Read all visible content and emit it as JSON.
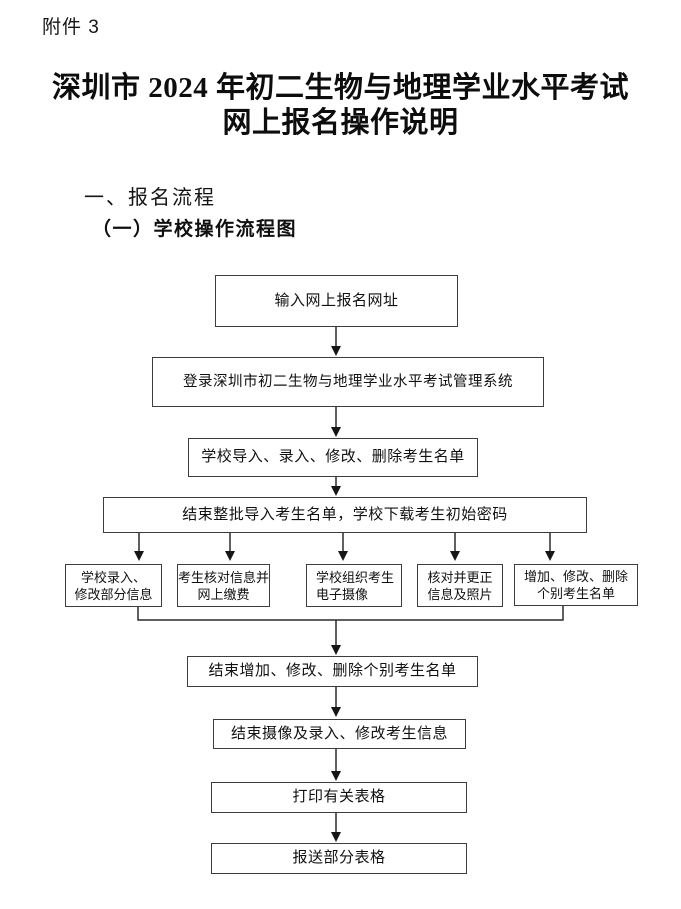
{
  "page": {
    "attachment_label": "附件 3",
    "title_line1": "深圳市 2024 年初二生物与地理学业水平考试",
    "title_line2": "网上报名操作说明",
    "section_heading": "一、报名流程",
    "subsection_heading": "（一）学校操作流程图"
  },
  "flowchart": {
    "nodes": [
      {
        "id": "enter-url",
        "label": "输入网上报名网址"
      },
      {
        "id": "login-system",
        "label": "登录深圳市初二生物与地理学业水平考试管理系统"
      },
      {
        "id": "school-import-entry-edit-delete",
        "label": "学校导入、录入、修改、删除考生名单"
      },
      {
        "id": "finish-batch-import-download-password",
        "label": "结束整批导入考生名单，学校下载考生初始密码"
      },
      {
        "id": "school-entry-modify-info",
        "label": "学校录入、\n修改部分信息"
      },
      {
        "id": "student-verify-info-pay-online",
        "label": "考生核对信息并\n网上缴费"
      },
      {
        "id": "school-organize-photo",
        "label": "学校组织考生\n电子摄像"
      },
      {
        "id": "verify-correct-info-photo",
        "label": "核对并更正\n信息及照片"
      },
      {
        "id": "add-modify-delete-individual",
        "label": "增加、修改、删除\n个别考生名单"
      },
      {
        "id": "finish-add-modify-delete-individual",
        "label": "结束增加、修改、删除个别考生名单"
      },
      {
        "id": "finish-photo-entry-modify-info",
        "label": "结束摄像及录入、修改考生信息"
      },
      {
        "id": "print-forms",
        "label": "打印有关表格"
      },
      {
        "id": "submit-forms",
        "label": "报送部分表格"
      }
    ],
    "line_color": "#2b2b2b",
    "border_color": "#3d3d3d"
  }
}
